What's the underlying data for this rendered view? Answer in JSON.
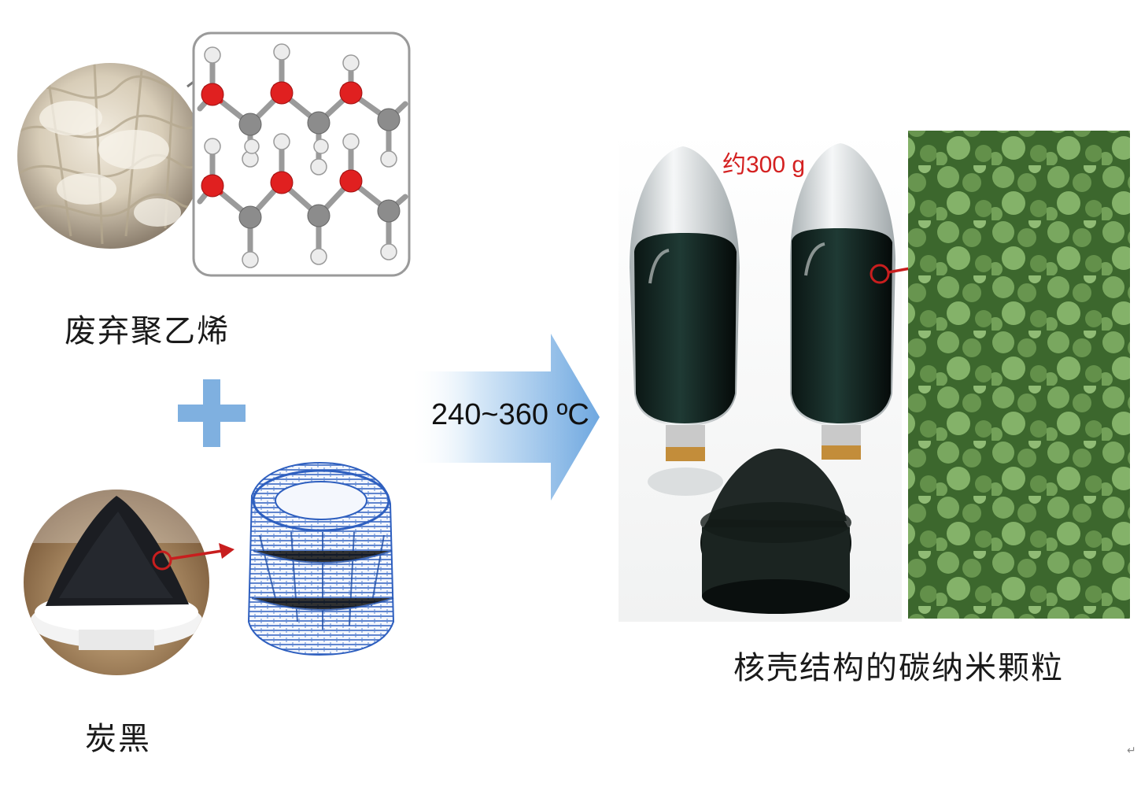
{
  "labels": {
    "waste_pe": "废弃聚乙烯",
    "carbon_black": "炭黑",
    "temperature": "240~360 ºC",
    "mass": "约300 g",
    "product": "核壳结构的碳纳米颗粒",
    "corner_mark": "↵"
  },
  "colors": {
    "plus": "#7fb0e0",
    "arrow_start": "#ffffff",
    "arrow_end": "#6fa8e0",
    "pointer_red": "#c81e1e",
    "mass_text": "#d42020",
    "oxygen_atom": "#e02020",
    "carbon_atom": "#8c8c8c",
    "hydrogen_atom": "#e6e6e6",
    "sem_green": "#7aa85e",
    "carbon_blue": "#2e5fbf"
  },
  "icons": {
    "plus": "plus-icon",
    "arrow": "process-arrow-icon"
  }
}
